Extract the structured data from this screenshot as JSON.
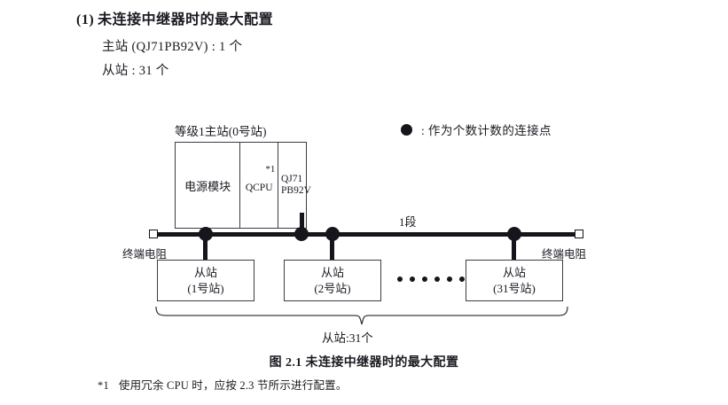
{
  "heading": {
    "number": "(1)",
    "title": "未连接中继器时的最大配置",
    "spec_master": "主站 (QJ71PB92V) : 1 个",
    "spec_slave": "从站 : 31 个"
  },
  "legend": {
    "symbol": "filled-circle",
    "text": ": 作为个数计数的连接点"
  },
  "master": {
    "label": "等级1主站(0号站)",
    "cells": [
      {
        "name": "power-module",
        "text": "电源模块"
      },
      {
        "name": "cpu-module",
        "text": "QCPU",
        "footnote_mark": "*1"
      },
      {
        "name": "network-module",
        "line1": "QJ71",
        "line2": "PB92V"
      }
    ]
  },
  "bus": {
    "segment_label": "1段",
    "terminator_left_label": "终端电阻",
    "terminator_right_label": "终端电阻",
    "terminator_symbol": "open-square"
  },
  "slaves": [
    {
      "line1": "从站",
      "line2": "(1号站)"
    },
    {
      "line1": "从站",
      "line2": "(2号站)"
    },
    {
      "line1": "从站",
      "line2": "(31号站)"
    }
  ],
  "ellipsis_dots": 6,
  "brace_label": "从站:31个",
  "caption": "图 2.1  未连接中继器时的最大配置",
  "footnote": {
    "mark": "*1",
    "text": "使用冗余 CPU 时，应按 2.3 节所示进行配置。"
  },
  "colors": {
    "ink": "#1a1a22",
    "line": "#15151b",
    "box_border": "#3c3c44"
  }
}
